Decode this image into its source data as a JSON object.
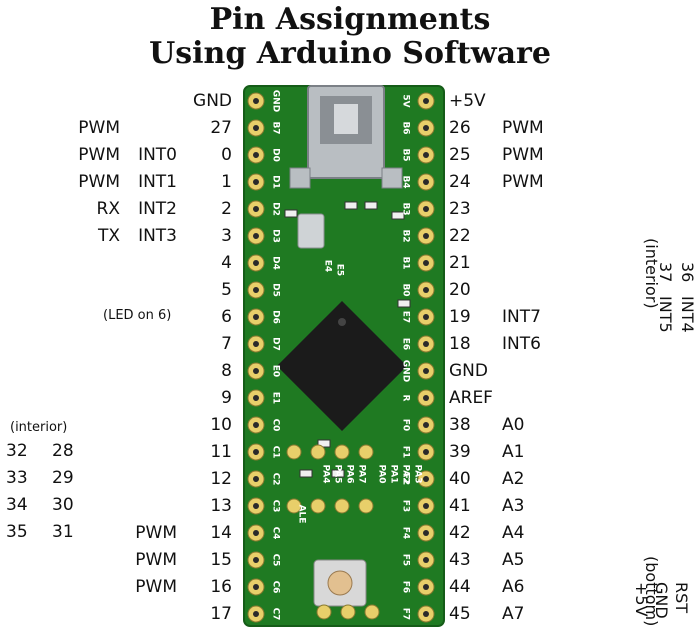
{
  "title": {
    "line1": "Pin Assignments",
    "line2": "Using Arduino Software"
  },
  "board": {
    "colors": {
      "pcb": "#1f7a22",
      "pcb_dark": "#155c18",
      "pad": "#e8cf6a",
      "chip": "#1b1b1b",
      "usb": "#b9bec2"
    },
    "left_silk": [
      "GND",
      "B7",
      "D0",
      "D1",
      "D2",
      "D3",
      "D4",
      "D5",
      "D6",
      "D7",
      "E0",
      "E1",
      "C0",
      "C1",
      "C2",
      "C3",
      "C4",
      "C5",
      "C6",
      "C7"
    ],
    "right_silk": [
      "5V",
      "B6",
      "B5",
      "B4",
      "B3",
      "B2",
      "B1",
      "B0",
      "E7",
      "E6",
      "GND",
      "R",
      "F0",
      "F1",
      "F2",
      "F3",
      "F4",
      "F5",
      "F6",
      "F7"
    ],
    "inner_silk": {
      "left": [
        "PA4",
        "PA5",
        "PA6",
        "PA7"
      ],
      "right": [
        "PA0",
        "PA1",
        "PA2",
        "PA3"
      ],
      "ale": "ALE",
      "e4": "E4",
      "e5": "E5"
    }
  },
  "pins": {
    "left_number": [
      "GND",
      "27",
      "0",
      "1",
      "2",
      "3",
      "4",
      "5",
      "6",
      "7",
      "8",
      "9",
      "10",
      "11",
      "12",
      "13",
      "14",
      "15",
      "16",
      "17"
    ],
    "left_func1": [
      "",
      "PWM",
      "PWM",
      "PWM",
      "RX",
      "TX",
      "",
      "",
      "",
      "",
      "",
      "",
      "",
      "",
      "",
      "",
      "PWM",
      "PWM",
      "PWM",
      ""
    ],
    "left_func2": [
      "",
      "",
      "INT0",
      "INT1",
      "INT2",
      "INT3",
      "",
      "",
      "",
      "",
      "",
      "",
      "",
      "",
      "",
      "",
      "",
      "",
      "",
      ""
    ],
    "right_number": [
      "+5V",
      "26",
      "25",
      "24",
      "23",
      "22",
      "21",
      "20",
      "19",
      "18",
      "GND",
      "AREF",
      "38",
      "39",
      "40",
      "41",
      "42",
      "43",
      "44",
      "45"
    ],
    "right_func": [
      "",
      "PWM",
      "PWM",
      "PWM",
      "",
      "",
      "",
      "",
      "INT7",
      "INT6",
      "",
      "",
      "A0",
      "A1",
      "A2",
      "A3",
      "A4",
      "A5",
      "A6",
      "A7"
    ]
  },
  "led_note": "(LED on 6)",
  "interior_left": {
    "caption": "(interior)",
    "rows": [
      [
        "32",
        "28"
      ],
      [
        "33",
        "29"
      ],
      [
        "34",
        "30"
      ],
      [
        "35",
        "31"
      ]
    ]
  },
  "interior_right": {
    "caption": "(interior)",
    "cols": [
      [
        "36",
        "INT4"
      ],
      [
        "37",
        "INT5"
      ]
    ]
  },
  "bottom_right": {
    "caption": "(bottom)",
    "cols": [
      "RST",
      "GND",
      "+5V"
    ]
  }
}
